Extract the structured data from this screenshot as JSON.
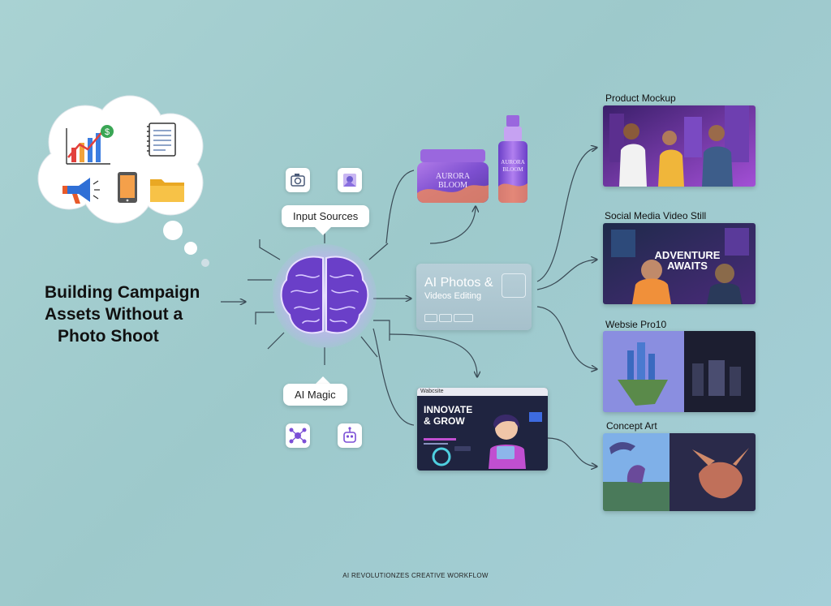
{
  "title": {
    "line1": "Building Campaign",
    "line2": "Assets Without a",
    "line3": "Photo Shoot"
  },
  "thought_cloud": {
    "icons": [
      "growth-chart-icon",
      "notepad-icon",
      "megaphone-icon",
      "smartphone-icon",
      "folder-icon"
    ]
  },
  "input_sources": {
    "label": "Input Sources",
    "icons": [
      "camera-icon",
      "image-icon"
    ]
  },
  "ai_magic": {
    "label": "AI Magic",
    "icons": [
      "network-icon",
      "robot-icon"
    ]
  },
  "product": {
    "jar_text_line1": "AURORA",
    "jar_text_line2": "BLOOM",
    "bottle_text_line1": "AURORA",
    "bottle_text_line2": "BLOOM"
  },
  "editing_panel": {
    "line1": "AI Photos &",
    "line2": "Videos Editing"
  },
  "website_panel": {
    "bar_text": "Wabcsite",
    "headline_line1": "INNOVATE",
    "headline_line2": "& GROW"
  },
  "outputs": [
    {
      "label": "Product Mockup",
      "scene": "friends-city-night"
    },
    {
      "label": "Social Media Video Still",
      "scene": "gaming-stream",
      "overlay_line1": "ADVENTURE",
      "overlay_line2": "AWAITS"
    },
    {
      "label": "Websie Pro10",
      "scene": "floating-island"
    },
    {
      "label": "Concept Art",
      "scene": "dragon-creatures"
    }
  ],
  "footer": "AI REVOLUTIONZES CREATIVE WORKFLOW",
  "colors": {
    "accent_purple": "#7b4fd6",
    "brain_glow": "#b89cf2",
    "line": "#3a4a55"
  }
}
